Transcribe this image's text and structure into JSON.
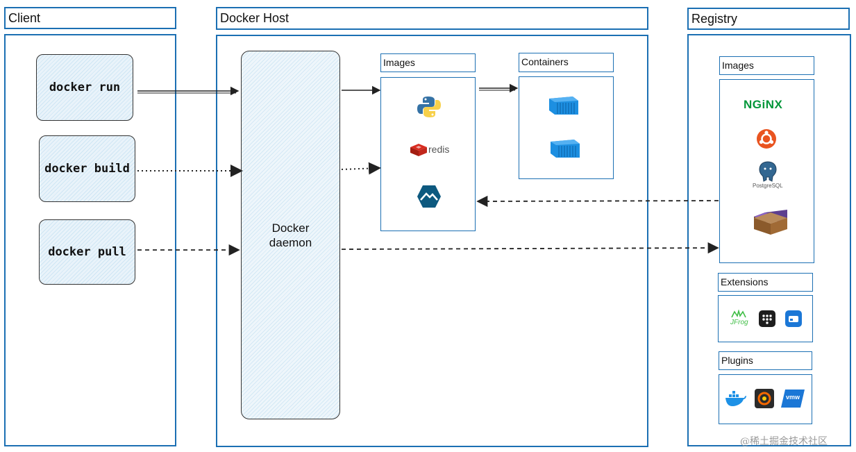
{
  "client": {
    "title": "Client",
    "commands": [
      "docker run",
      "docker build",
      "docker pull"
    ]
  },
  "host": {
    "title": "Docker Host",
    "daemon_line1": "Docker",
    "daemon_line2": "daemon",
    "images_title": "Images",
    "containers_title": "Containers",
    "redis_label": "redis"
  },
  "registry": {
    "title": "Registry",
    "images_title": "Images",
    "nginx_label": "NGiNX",
    "postgres_label": "PostgreSQL",
    "extensions_title": "Extensions",
    "jfrog_label": "JFrog",
    "plugins_title": "Plugins",
    "vmw_label": "vmw"
  },
  "watermark": "@稀土掘金技术社区",
  "colors": {
    "border": "#1b6fb3",
    "container_blue": "#1d8fe1",
    "nginx_green": "#009639",
    "ubuntu_orange": "#e95420"
  }
}
